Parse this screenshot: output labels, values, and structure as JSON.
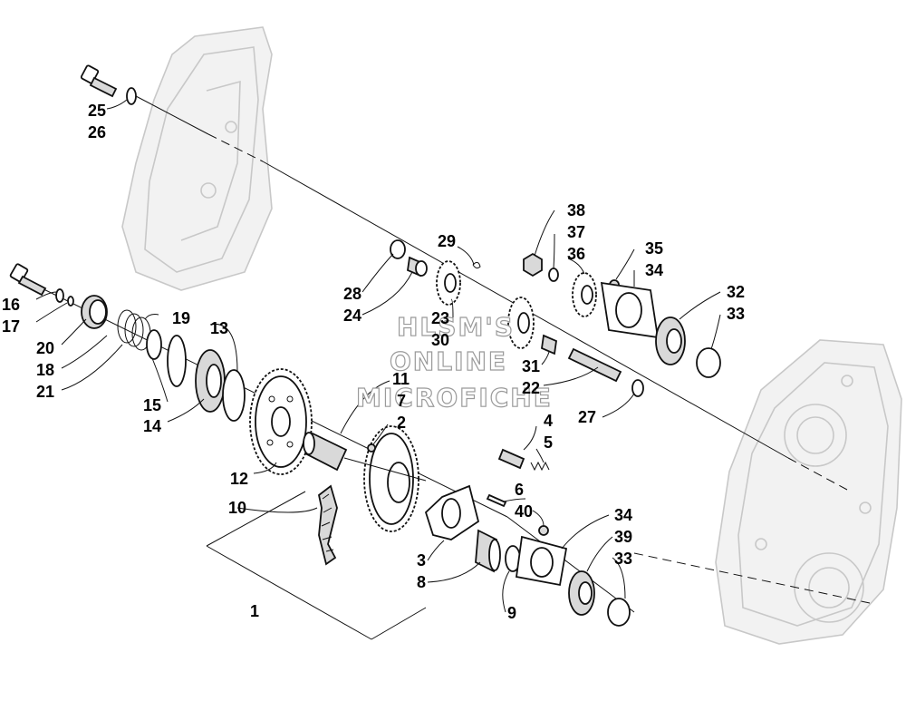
{
  "watermark": {
    "line1": "HLSM'S",
    "line2": "ONLINE",
    "line3": "MICROFICHE"
  },
  "callouts": {
    "c1": "1",
    "c2": "2",
    "c3": "3",
    "c4": "4",
    "c5": "5",
    "c6": "6",
    "c7": "7",
    "c8": "8",
    "c9": "9",
    "c10": "10",
    "c11": "11",
    "c12": "12",
    "c13": "13",
    "c14": "14",
    "c15": "15",
    "c16": "16",
    "c17": "17",
    "c18": "18",
    "c19": "19",
    "c20": "20",
    "c21": "21",
    "c22": "22",
    "c23": "23",
    "c24": "24",
    "c25": "25",
    "c26": "26",
    "c27": "27",
    "c28": "28",
    "c29": "29",
    "c30": "30",
    "c31": "31",
    "c32": "32",
    "c33a": "33",
    "c33b": "33",
    "c34a": "34",
    "c34b": "34",
    "c35": "35",
    "c36": "36",
    "c37": "37",
    "c38": "38",
    "c39": "39",
    "c40": "40"
  }
}
